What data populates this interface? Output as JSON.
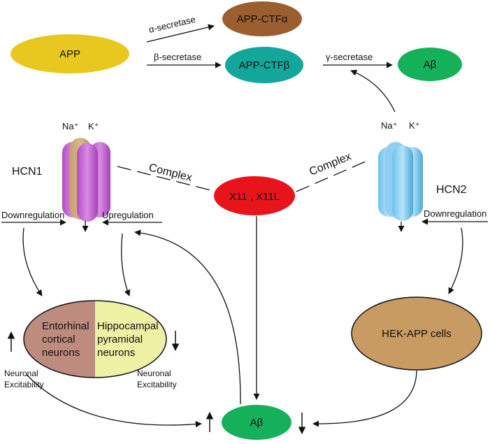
{
  "nodes": {
    "app": "APP",
    "app_ctf_alpha": "APP-CTFα",
    "app_ctf_beta": "APP-CTFβ",
    "abeta_top": "Aβ",
    "x11": "X11 , X11L",
    "hek_app": "HEK-APP cells",
    "abeta_bottom": "Aβ",
    "entorhinal": [
      "Entorhinal",
      "cortical",
      "neurons"
    ],
    "hippocampal": [
      "Hippocampal",
      "pyramidal",
      "neurons"
    ]
  },
  "edges": {
    "alpha_secretase": "α-secretase",
    "beta_secretase": "β-secretase",
    "gamma_secretase": "γ-secretase",
    "complex_left": "Complex",
    "complex_right": "Complex",
    "downregulation_left": "Downregulation",
    "upregulation": "Upregulation",
    "downregulation_right": "Downregulation"
  },
  "channels": {
    "hcn1": {
      "name": "HCN1",
      "na": "Na⁺",
      "k": "K⁺"
    },
    "hcn2": {
      "name": "HCN2",
      "na": "Na⁺",
      "k": "K⁺"
    }
  },
  "annotations": {
    "excitability_left": [
      "Neuronal",
      "Excitability"
    ],
    "excitability_right": [
      "Neuronal",
      "Excitability"
    ]
  },
  "colors": {
    "app": "#e8c81e",
    "app_ctf_alpha": "#9b5e2e",
    "app_ctf_beta": "#13a69a",
    "abeta": "#15b05a",
    "x11": "#e8141c",
    "hek_app": "#c79b62",
    "entorhinal": "#bd8c7f",
    "hippocampal": "#eef0a4",
    "hcn1": "#c25fcf",
    "hcn2": "#5ab8e6"
  }
}
